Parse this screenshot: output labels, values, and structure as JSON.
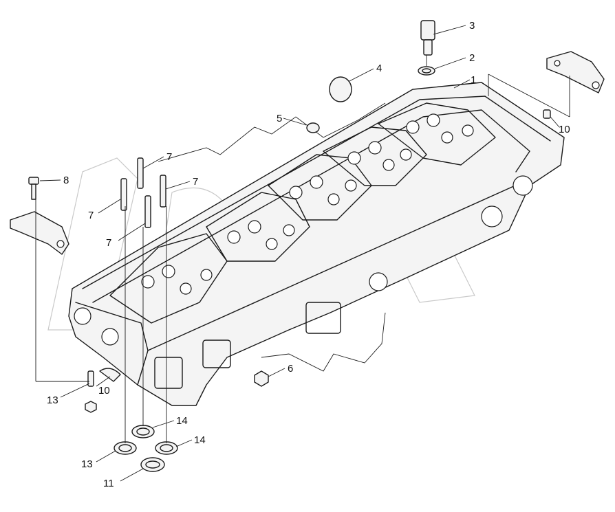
{
  "diagram": {
    "callouts": [
      {
        "id": "c1",
        "text": "1"
      },
      {
        "id": "c2",
        "text": "2"
      },
      {
        "id": "c3",
        "text": "3"
      },
      {
        "id": "c4",
        "text": "4"
      },
      {
        "id": "c5",
        "text": "5"
      },
      {
        "id": "c6",
        "text": "6"
      },
      {
        "id": "c7a",
        "text": "7"
      },
      {
        "id": "c7b",
        "text": "7"
      },
      {
        "id": "c7c",
        "text": "7"
      },
      {
        "id": "c7d",
        "text": "7"
      },
      {
        "id": "c8",
        "text": "8"
      },
      {
        "id": "c10a",
        "text": "10"
      },
      {
        "id": "c10b",
        "text": "10"
      },
      {
        "id": "c11",
        "text": "11"
      },
      {
        "id": "c13a",
        "text": "13"
      },
      {
        "id": "c13b",
        "text": "13"
      },
      {
        "id": "c14a",
        "text": "14"
      },
      {
        "id": "c14b",
        "text": "14"
      }
    ]
  }
}
